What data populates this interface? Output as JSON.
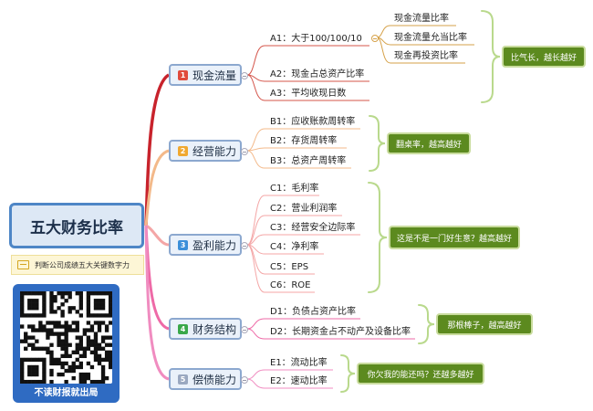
{
  "root": {
    "title": "五大财务比率",
    "note": "判断公司成绩五大关键数字力"
  },
  "qr": {
    "caption": "不读财报就出局"
  },
  "categories": [
    {
      "num": "1",
      "label": "现金流量",
      "color": "#e04b3c",
      "items": [
        "A1：大于100/100/10",
        "A2：现金占总资产比率",
        "A3：平均收现日数"
      ],
      "callout": "比气长，越长越好"
    },
    {
      "num": "2",
      "label": "经营能力",
      "color": "#f0a830",
      "items": [
        "B1：应收账款周转率",
        "B2：存货周转率",
        "B3：总资产周转率"
      ],
      "callout": "翻桌率，越高越好"
    },
    {
      "num": "3",
      "label": "盈利能力",
      "color": "#3b8fd9",
      "items": [
        "C1：毛利率",
        "C2：营业利润率",
        "C3：经营安全边际率",
        "C4：净利率",
        "C5：EPS",
        "C6：ROE"
      ],
      "callout": "这是不是一门好生意？越高越好"
    },
    {
      "num": "4",
      "label": "财务结构",
      "color": "#3aa84a",
      "items": [
        "D1：负债占资产比率",
        "D2：长期资金占不动产及设备比率"
      ],
      "callout": "那根棒子，越高越好"
    },
    {
      "num": "5",
      "label": "偿债能力",
      "color": "#9aa8c0",
      "items": [
        "E1：流动比率",
        "E2：速动比率"
      ],
      "callout": "你欠我的能还吗？还越多越好"
    }
  ],
  "a1_children": [
    "现金流量比率",
    "现金流量允当比率",
    "现金再投资比率"
  ],
  "colors": {
    "root_border": "#4e86c6",
    "root_fill": "#dde8f5",
    "callout_fill": "#5c8a1f",
    "branch_1": "#c8232c",
    "branch_2": "#f3b98a",
    "branch_3": "#f4a6a6",
    "branch_4": "#ee6aa7",
    "branch_5": "#f08cc0",
    "bracket": "#b9d98c"
  }
}
